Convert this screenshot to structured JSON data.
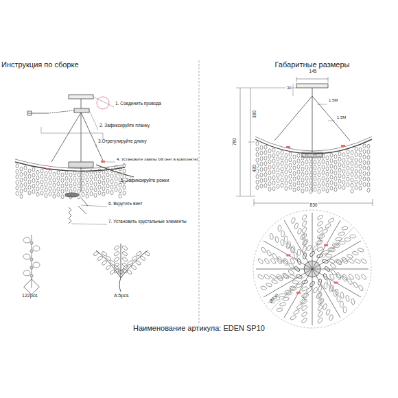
{
  "diagram": {
    "caption": "Наименование артикула: EDEN SP10",
    "labels": [
      "Инструкция по сборке",
      "Габаритные размеры",
      "1. Соединить провода",
      "2. Зафиксируйте планку",
      "3.Отрегулируйте длину",
      "4. Установите лампы G9 (нет в комплекте)",
      "5. Зафиксируйте рожки",
      "6. Вкрутить винт",
      "7. Установить хрустальные элементы",
      "122pcs",
      "A:5pcs",
      "145",
      "30",
      "380",
      "780",
      "430",
      "1.5M",
      "1.5M",
      "830",
      "Ø830"
    ]
  }
}
